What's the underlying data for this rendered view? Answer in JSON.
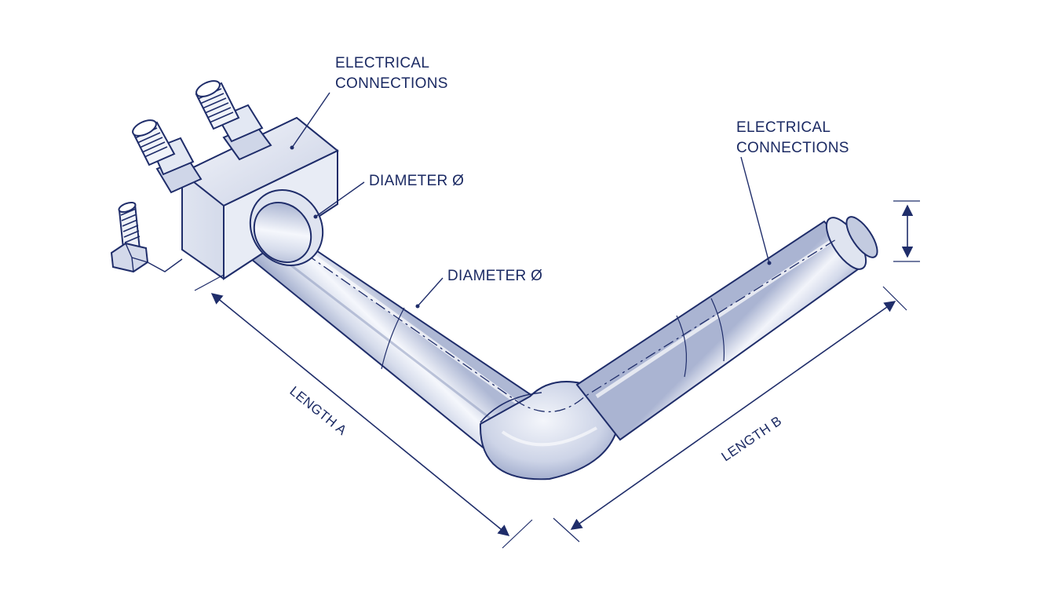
{
  "colors": {
    "ink": "#1f2d6a",
    "text": "#1b2a63",
    "metal_light": "#eef1f8",
    "metal_mid": "#c3cbe0",
    "metal_dark": "#8a97bd",
    "background": "#ffffff"
  },
  "labels": {
    "electrical_connections_left_line1": "ELECTRICAL",
    "electrical_connections_left_line2": "CONNECTIONS",
    "electrical_connections_right_line1": "ELECTRICAL",
    "electrical_connections_right_line2": "CONNECTIONS",
    "diameter_upper": "DIAMETER Ø",
    "diameter_middle": "DIAMETER Ø",
    "length_a": "LENGTH A",
    "length_b": "LENGTH B"
  },
  "icons": [
    "terminal-stud-icon",
    "hex-bolt-icon",
    "dimension-arrow-icon"
  ]
}
